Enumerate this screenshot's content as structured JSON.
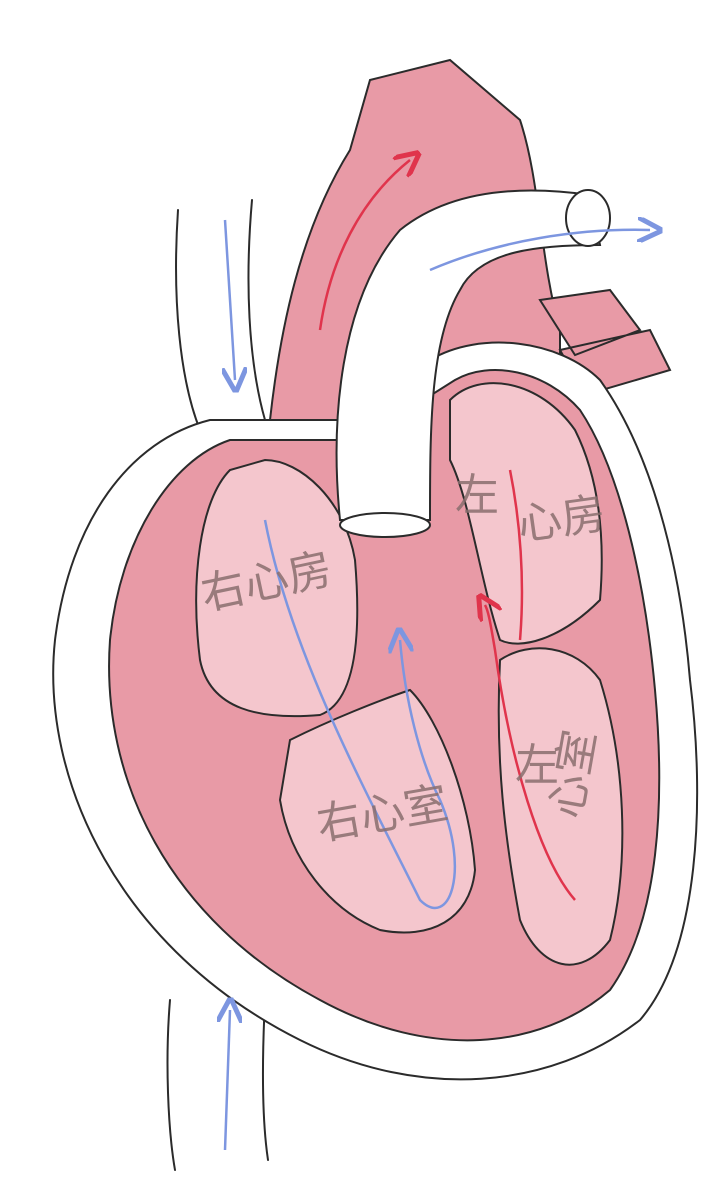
{
  "labels": {
    "right_atrium": "右心房",
    "left_atrium_part1": "左",
    "left_atrium_part2": "心房",
    "right_ventricle": "右心室",
    "left_ventricle_part1": "左",
    "left_ventricle_part2": "心室"
  },
  "colors": {
    "muscle": "#e89aa6",
    "muscle_dark": "#de7f8f",
    "chamber": "#f4c6cd",
    "arterial_arrow": "#e0344c",
    "venous_arrow": "#7d96e0",
    "outline": "#2b2b2b"
  }
}
